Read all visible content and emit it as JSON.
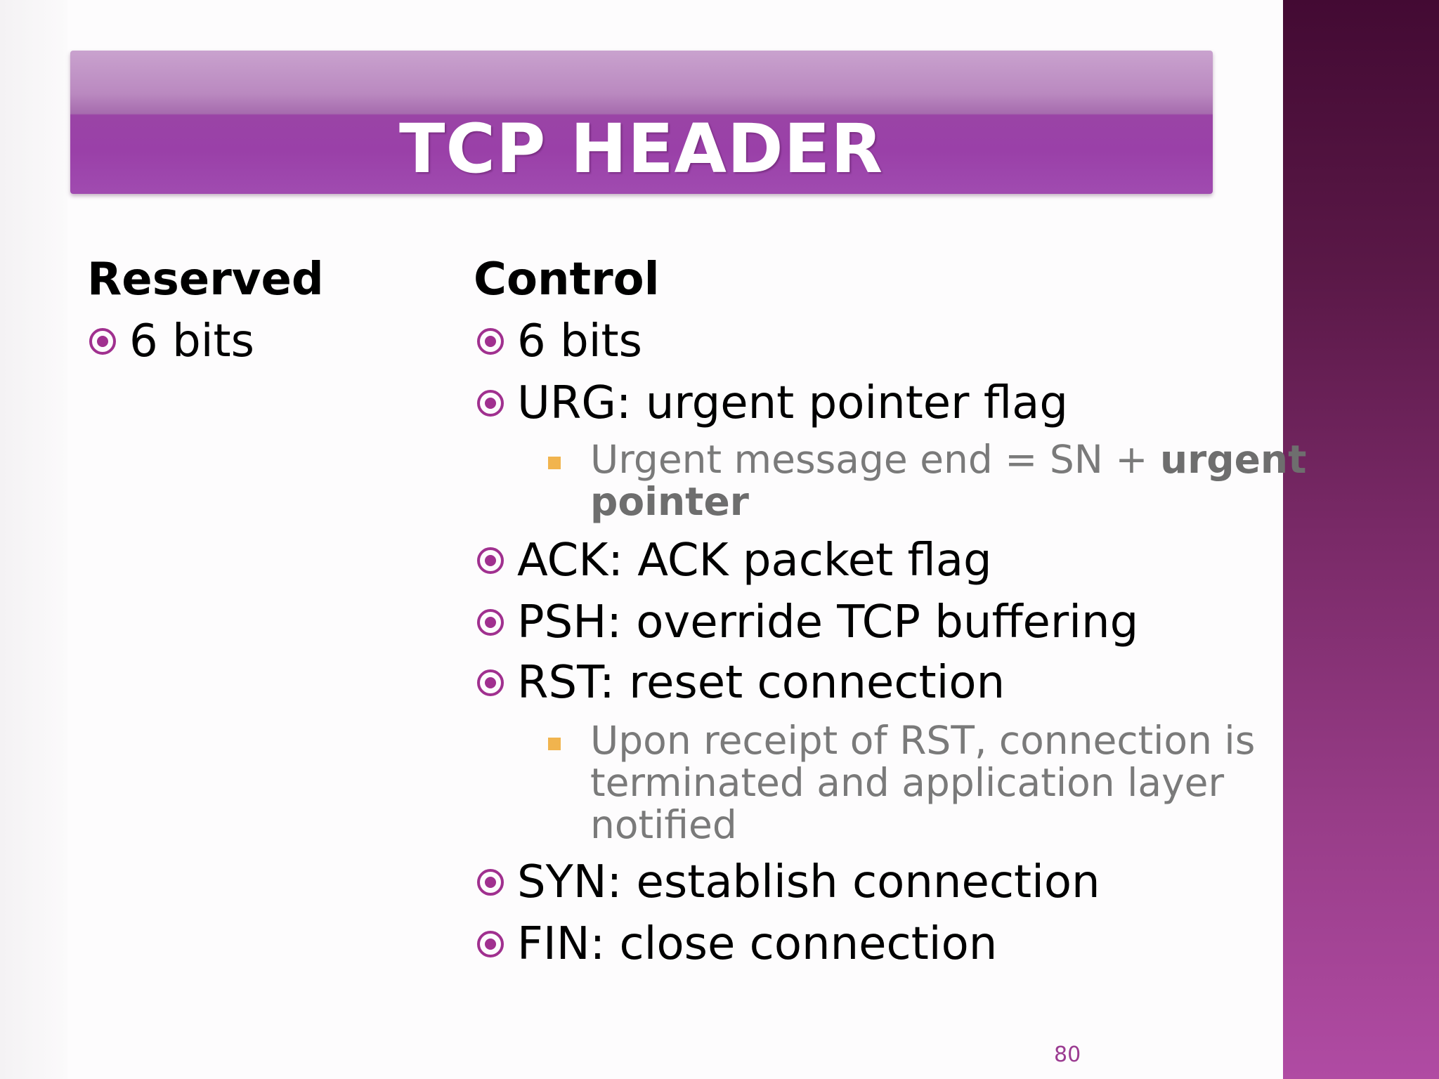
{
  "slide": {
    "title": "TCP HEADER",
    "page_number": "80",
    "left_column": {
      "heading": "Reserved",
      "bullets": [
        "6 bits"
      ]
    },
    "right_column": {
      "heading": "Control",
      "bullets": [
        "6 bits",
        "URG: urgent pointer flag",
        "ACK:  ACK packet flag",
        "PSH:  override TCP buffering",
        "RST:  reset connection",
        "SYN:  establish connection",
        "FIN:  close connection"
      ],
      "urg_note": {
        "text": "Urgent message end = SN + ",
        "bold": "urgent",
        "bold_line2": "pointer"
      },
      "rst_note": {
        "line1": "Upon receipt of RST, connection is",
        "line2": "terminated and application layer",
        "line3": "notified"
      }
    },
    "colors": {
      "title_bar": "#9a40a8",
      "bullet_icon": "#a0308f",
      "sub_bullet": "#f1b44e",
      "side_band": "#7a2a68"
    },
    "icons": {
      "main_bullet": "target-bullet-icon",
      "sub_bullet": "square-bullet-icon"
    }
  }
}
